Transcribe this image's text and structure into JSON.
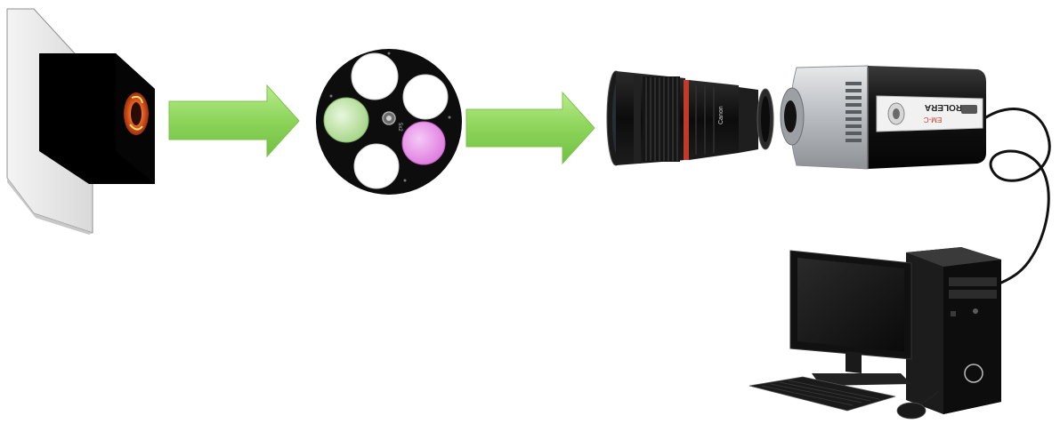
{
  "diagram": {
    "components": [
      {
        "id": "specimen-slab",
        "icon": "specimen-block-icon"
      },
      {
        "id": "filter-wheel",
        "icon": "filter-wheel-icon"
      },
      {
        "id": "camera-lens",
        "icon": "camera-lens-icon"
      },
      {
        "id": "ccd-camera",
        "icon": "camera-body-icon"
      },
      {
        "id": "desktop-computer",
        "icon": "desktop-computer-icon"
      }
    ],
    "connections": [
      {
        "from": "specimen-slab",
        "to": "filter-wheel",
        "style": "green-arrow"
      },
      {
        "from": "filter-wheel",
        "to": "camera-lens",
        "style": "green-arrow"
      },
      {
        "from": "ccd-camera",
        "to": "desktop-computer",
        "style": "cable"
      }
    ],
    "filters": [
      {
        "color": "#ffffff"
      },
      {
        "color": "#ffffff"
      },
      {
        "color": "#b7dca0"
      },
      {
        "color": "#e58fe8"
      },
      {
        "color": "#ffffff"
      },
      {
        "color": "#ffffff"
      }
    ]
  },
  "labels": {
    "camera_brand": "ROLERA",
    "camera_model": "EM-C",
    "lens_brand": "Canon",
    "wheel_center": "5x2"
  },
  "colors": {
    "arrow_fill": "#8cd45a",
    "arrow_edge": "#6ab43a",
    "wheel": "#0d0d0d",
    "camera_silver": "#c9cbcd",
    "monitor": "#1a1a1a",
    "cable": "#111111"
  }
}
